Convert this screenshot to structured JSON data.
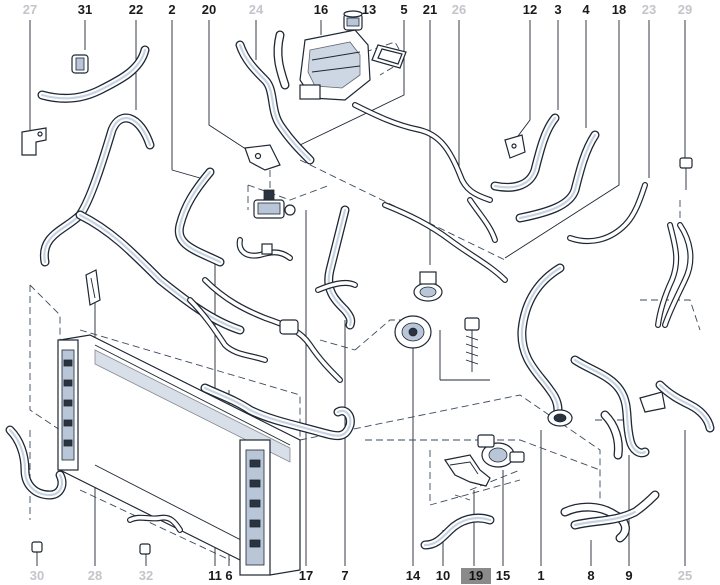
{
  "callouts_top": [
    {
      "id": "c27",
      "label": "27",
      "dim": true
    },
    {
      "id": "c31",
      "label": "31",
      "dim": false
    },
    {
      "id": "c22",
      "label": "22",
      "dim": false
    },
    {
      "id": "c2",
      "label": "2",
      "dim": false
    },
    {
      "id": "c20",
      "label": "20",
      "dim": false
    },
    {
      "id": "c24",
      "label": "24",
      "dim": true
    },
    {
      "id": "c16",
      "label": "16",
      "dim": false
    },
    {
      "id": "c13",
      "label": "13",
      "dim": false
    },
    {
      "id": "c5",
      "label": "5",
      "dim": false
    },
    {
      "id": "c21",
      "label": "21",
      "dim": false
    },
    {
      "id": "c26",
      "label": "26",
      "dim": true
    },
    {
      "id": "c12",
      "label": "12",
      "dim": false
    },
    {
      "id": "c3",
      "label": "3",
      "dim": false
    },
    {
      "id": "c4",
      "label": "4",
      "dim": false
    },
    {
      "id": "c18",
      "label": "18",
      "dim": false
    },
    {
      "id": "c23",
      "label": "23",
      "dim": true
    },
    {
      "id": "c29",
      "label": "29",
      "dim": true
    }
  ],
  "callouts_bottom": [
    {
      "id": "c30",
      "label": "30",
      "dim": true
    },
    {
      "id": "c28",
      "label": "28",
      "dim": true
    },
    {
      "id": "c32",
      "label": "32",
      "dim": true
    },
    {
      "id": "c11",
      "label": "11",
      "dim": false
    },
    {
      "id": "c6",
      "label": "6",
      "dim": false
    },
    {
      "id": "c17",
      "label": "17",
      "dim": false
    },
    {
      "id": "c7",
      "label": "7",
      "dim": false
    },
    {
      "id": "c14",
      "label": "14",
      "dim": false
    },
    {
      "id": "c10",
      "label": "10",
      "dim": false
    },
    {
      "id": "c19",
      "label": "19",
      "dim": false,
      "highlighted": true
    },
    {
      "id": "c15",
      "label": "15",
      "dim": false
    },
    {
      "id": "c1",
      "label": "1",
      "dim": false
    },
    {
      "id": "c8",
      "label": "8",
      "dim": false
    },
    {
      "id": "c9",
      "label": "9",
      "dim": false
    },
    {
      "id": "c25",
      "label": "25",
      "dim": true
    }
  ],
  "colors": {
    "line": "#1e2733",
    "shade": "#c7d3e3",
    "dim_label": "#c4c4cc",
    "highlight_bg": "#8a8a8a"
  }
}
